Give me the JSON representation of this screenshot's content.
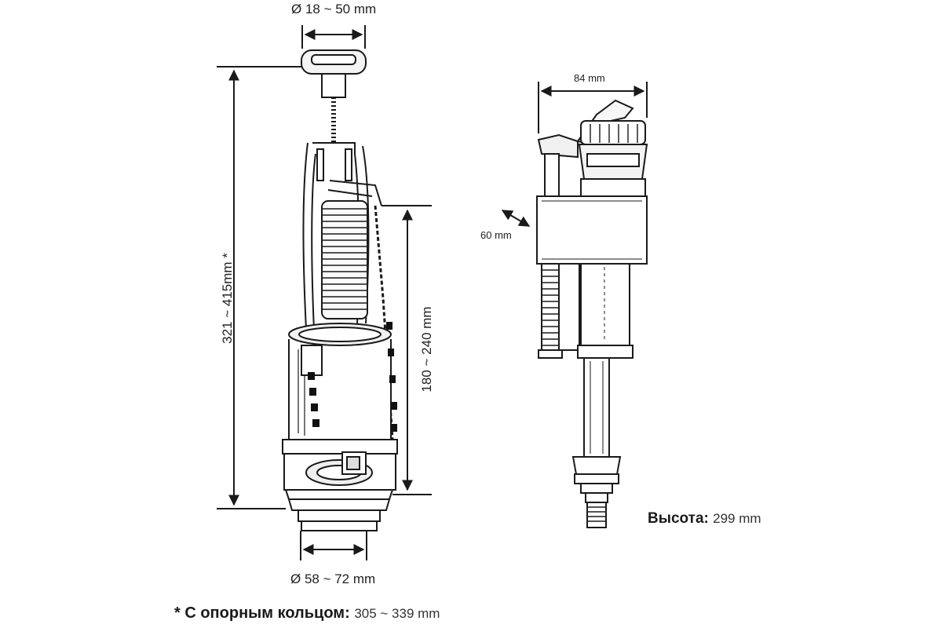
{
  "flush_valve": {
    "button_diameter": "Ø 18 ~ 50 mm",
    "total_height": "321 ~ 415mm *",
    "adjustable_height": "180 ~ 240 mm",
    "base_diameter": "Ø 58 ~ 72 mm"
  },
  "fill_valve": {
    "width": "84 mm",
    "depth": "60 mm",
    "height_label": "Высота:",
    "height_value": "299 mm"
  },
  "footnote": {
    "label": "* С опорным кольцом:",
    "value": "305 ~ 339 mm"
  }
}
